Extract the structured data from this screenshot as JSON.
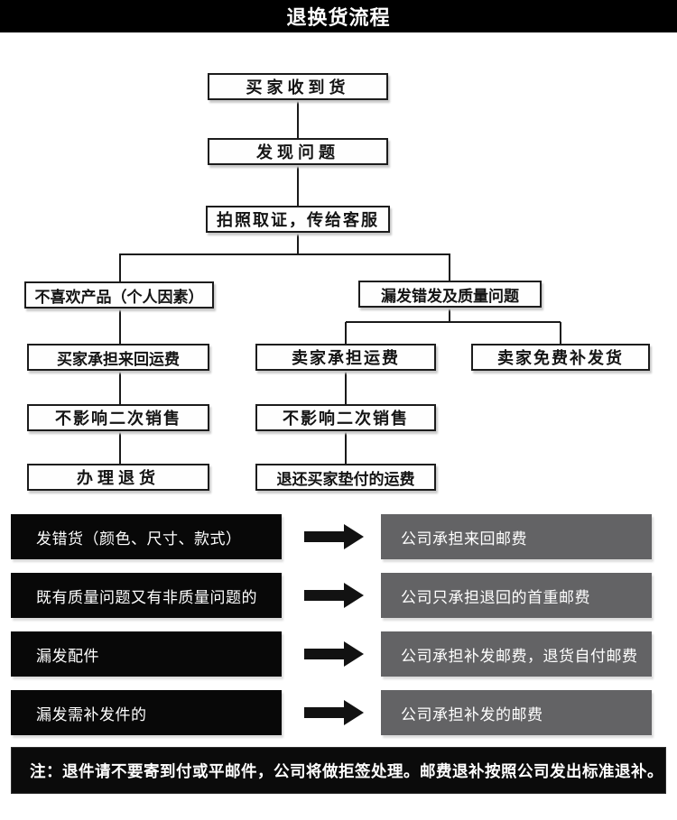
{
  "title": "退换货流程",
  "flow": {
    "nodes": [
      {
        "label": "买家收到货"
      },
      {
        "label": "发现问题"
      },
      {
        "label": "拍照取证，传给客服"
      },
      {
        "label": "不喜欢产品（个人因素）"
      },
      {
        "label": "漏发错发及质量问题"
      },
      {
        "label": "买家承担来回运费"
      },
      {
        "label": "卖家承担运费"
      },
      {
        "label": "卖家免费补发货"
      },
      {
        "label": "不影响二次销售"
      },
      {
        "label": "不影响二次销售"
      },
      {
        "label": "办理退货"
      },
      {
        "label": "退还买家垫付的运费"
      }
    ]
  },
  "policies": [
    {
      "condition": "发错货（颜色、尺寸、款式）",
      "result": "公司承担来回邮费"
    },
    {
      "condition": "既有质量问题又有非质量问题的",
      "result": "公司只承担退回的首重邮费"
    },
    {
      "condition": "漏发配件",
      "result": "公司承担补发邮费，退货自付邮费"
    },
    {
      "condition": "漏发需补发件的",
      "result": "公司承担补发的邮费"
    }
  ],
  "note": "注：退件请不要寄到付或平邮件，公司将做拒签处理。邮费退补按照公司发出标准退补。",
  "colors": {
    "banner_bg": "#000000",
    "banner_text": "#ffffff",
    "node_border": "#1c1c1c",
    "condition_box_bg": "#080808",
    "result_box_bg": "#636365",
    "arrow": "#121212"
  }
}
